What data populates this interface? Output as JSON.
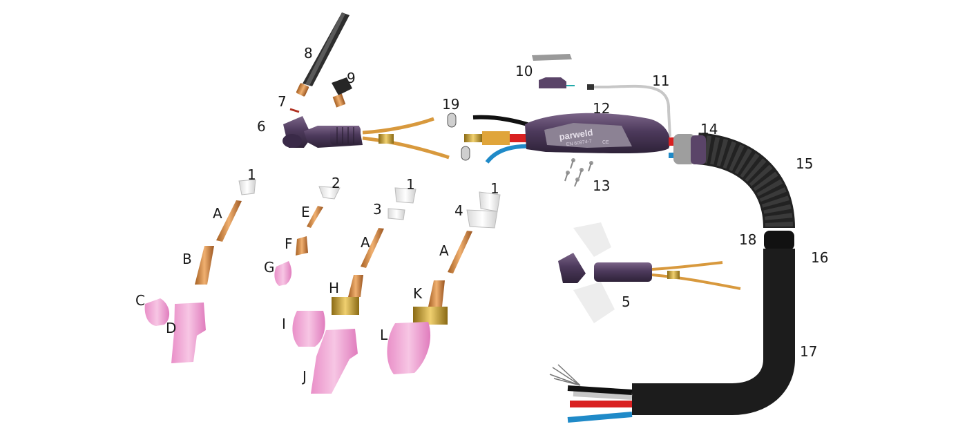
{
  "torch": {
    "brand": "parweld",
    "standard": "EN 60974-7",
    "mark": "CE"
  },
  "callouts": {
    "n1a": "1",
    "n1b": "1",
    "n1c": "1",
    "n2": "2",
    "n3": "3",
    "n4": "4",
    "n5": "5",
    "n6": "6",
    "n7": "7",
    "n8": "8",
    "n9": "9",
    "n10": "10",
    "n11": "11",
    "n12": "12",
    "n13": "13",
    "n14": "14",
    "n15": "15",
    "n16": "16",
    "n17": "17",
    "n18": "18",
    "n19": "19",
    "A1": "A",
    "A2": "A",
    "A3": "A",
    "B": "B",
    "C": "C",
    "D": "D",
    "E": "E",
    "F": "F",
    "G": "G",
    "H": "H",
    "I": "I",
    "J": "J",
    "K": "K",
    "L": "L"
  }
}
